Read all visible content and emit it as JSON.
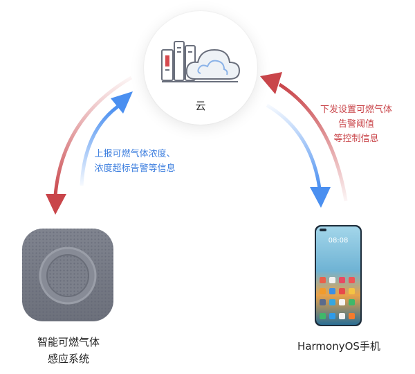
{
  "cloud": {
    "label": "云",
    "icon": "cloud-server-icon"
  },
  "sensor": {
    "label_line1": "智能可燃气体",
    "label_line2": "感应系统",
    "icon": "gas-sensor-device-icon"
  },
  "phone": {
    "label": "HarmonyOS手机",
    "icon": "smartphone-icon",
    "screen_time": "08:08"
  },
  "edges": {
    "upload": {
      "line1": "上报可燃气体浓度、",
      "line2": "浓度超标告警等信息",
      "color": "#3e7fdf"
    },
    "download": {
      "line1": "下发设置可燃气体",
      "line2": "告警阈值",
      "line3": "等控制信息",
      "color": "#c9454a"
    }
  },
  "colors": {
    "blue": "#4a8ff0",
    "red": "#c9454a"
  }
}
